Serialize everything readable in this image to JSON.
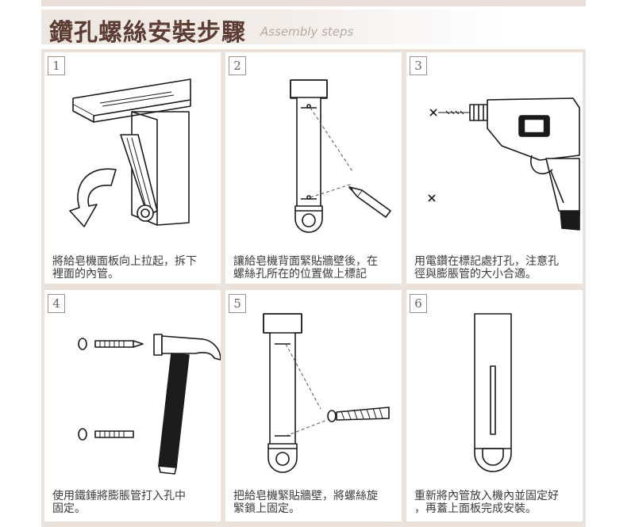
{
  "header": {
    "title": "鑽孔螺絲安裝步驟",
    "subtitle": "Assembly steps"
  },
  "steps": [
    {
      "number": "1",
      "lines": [
        "將給皂機面板向上拉起，拆下",
        "裡面的內管。"
      ]
    },
    {
      "number": "2",
      "lines": [
        "讓給皂機背面緊貼牆壁後，在",
        "螺絲孔所在的位置做上標記"
      ]
    },
    {
      "number": "3",
      "lines": [
        "用電鑽在標記處打孔，注意孔",
        "徑與膨脹管的大小合適。"
      ]
    },
    {
      "number": "4",
      "lines": [
        "使用鐵錘將膨脹管打入孔中",
        "固定。"
      ]
    },
    {
      "number": "5",
      "lines": [
        "把給皂機緊貼牆壁，將螺絲旋",
        "緊鎖上固定。"
      ]
    },
    {
      "number": "6",
      "lines": [
        "重新將內管放入機內並固定好",
        "，再蓋上面板完成安裝。"
      ]
    }
  ],
  "colors": {
    "title": "#5c3d33",
    "subtitle": "#b7aaa3",
    "frame": "#ebe2dc",
    "line_art": "#1a1a1a",
    "hammer_handle": "#1c1c1c"
  }
}
